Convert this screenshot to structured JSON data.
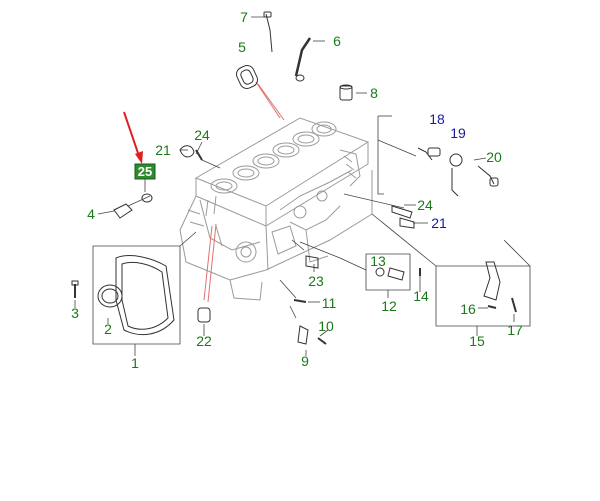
{
  "diagram": {
    "colors": {
      "part_green": "#1a7a1a",
      "part_blue": "#1a1aa0",
      "highlight_box": "#2e8b2e",
      "arrow_red": "#e02020",
      "line_grey": "#444444",
      "sketch_grey": "#9a9a9a"
    },
    "callouts": {
      "c1": "1",
      "c2": "2",
      "c3": "3",
      "c4": "4",
      "c5": "5",
      "c6": "6",
      "c7": "7",
      "c8": "8",
      "c9": "9",
      "c10": "10",
      "c11": "11",
      "c12": "12",
      "c13": "13",
      "c14": "14",
      "c15": "15",
      "c16": "16",
      "c17": "17",
      "c18": "18",
      "c19": "19",
      "c20": "20",
      "c21a": "21",
      "c21b": "21",
      "c22": "22",
      "c23": "23",
      "c24a": "24",
      "c24b": "24",
      "c25": "25"
    },
    "highlighted_part": "25"
  }
}
